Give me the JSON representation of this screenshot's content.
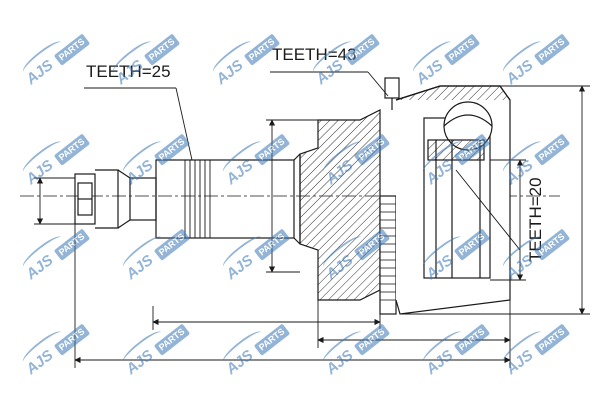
{
  "labels": {
    "teeth_outer_spline": "TEETH=25",
    "teeth_abs_ring": "TEETH=43",
    "teeth_inner_spline": "TEETH=20"
  },
  "watermark": {
    "brand": "AJS",
    "suffix": "PARTS",
    "color": "#3b78b6"
  },
  "colors": {
    "line": "#1a1a1a",
    "hatch": "#333333",
    "background": "#ffffff"
  }
}
